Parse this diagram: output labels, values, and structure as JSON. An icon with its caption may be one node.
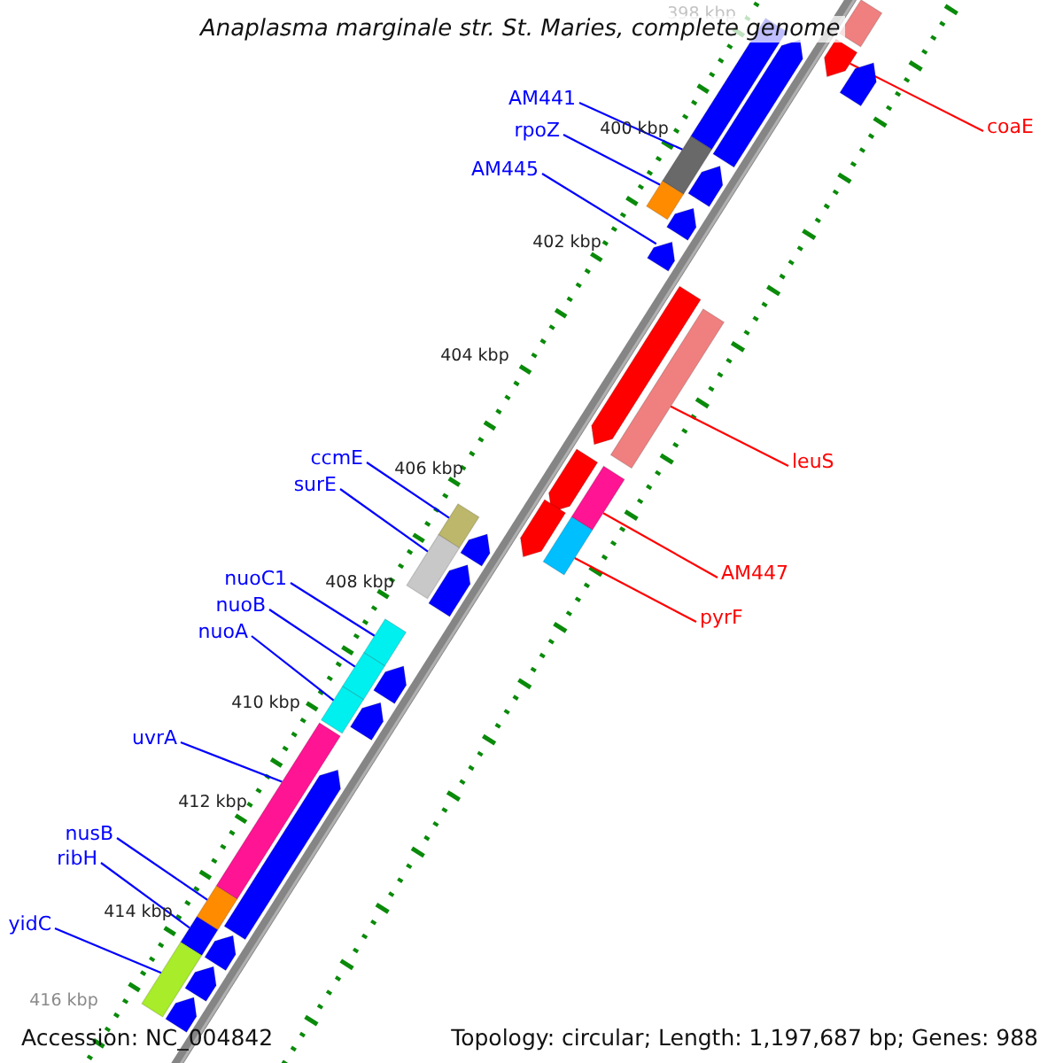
{
  "diagram": {
    "title": "Anaplasma marginale str. St. Maries, complete genome",
    "nodes": [
      {
        "text": [
          "AM441"
        ]
      },
      {
        "text": [],
        "shape": "bar"
      },
      {
        "text": [
          "rpoZ"
        ]
      },
      {
        "text": [],
        "shape": "bar"
      },
      {
        "text": [
          "AM445"
        ]
      },
      {
        "text": [],
        "shape": "bar"
      },
      {
        "text": [
          "coaE"
        ]
      },
      {
        "text": [],
        "shape": "bar"
      },
      {
        "text": [
          "leuS"
        ]
      },
      {
        "text": [],
        "shape": "bar"
      },
      {
        "text": [
          "ccmE"
        ]
      },
      {
        "text": [],
        "shape": "bar"
      },
      {
        "text": [
          "surE"
        ]
      },
      {
        "text": [],
        "shape": "bar"
      },
      {
        "text": [
          "AM447"
        ]
      },
      {
        "text": [],
        "shape": "bar"
      },
      {
        "text": [
          "pyrF"
        ]
      },
      {
        "text": [],
        "shape": "bar"
      },
      {
        "text": [
          "nuoC1"
        ]
      },
      {
        "text": [],
        "shape": "bar"
      },
      {
        "text": [
          "nuoB"
        ]
      },
      {
        "text": [],
        "shape": "bar"
      },
      {
        "text": [
          "nuoA"
        ]
      },
      {
        "text": [],
        "shape": "bar"
      },
      {
        "text": [
          "uvrA"
        ]
      },
      {
        "text": [],
        "shape": "bar"
      },
      {
        "text": [
          "nusB"
        ]
      },
      {
        "text": [],
        "shape": "bar"
      },
      {
        "text": [
          "ribH"
        ]
      },
      {
        "text": [],
        "shape": "bar"
      },
      {
        "text": [
          "yidC"
        ]
      },
      {
        "text": [],
        "shape": "bar"
      },
      {
        "text": [],
        "shape": "bar"
      },
      {
        "text": [],
        "shape": "bar"
      },
      {
        "text": [],
        "shape": "bar"
      },
      {
        "text": [],
        "shape": "bar"
      },
      {
        "text": [],
        "shape": "bar"
      },
      {
        "text": [],
        "shape": "bar"
      },
      {
        "text": [],
        "shape": "bar"
      },
      {
        "text": [],
        "shape": "bar"
      },
      {
        "text": [],
        "shape": "bar"
      },
      {
        "text": [],
        "shape": "bar"
      },
      {
        "text": [],
        "shape": "bar"
      },
      {
        "text": [],
        "shape": "bar"
      },
      {
        "text": [],
        "shape": "bar"
      },
      {
        "text": [],
        "shape": "bar"
      },
      {
        "text": [],
        "shape": "bar"
      },
      {
        "text": [],
        "shape": "bar"
      },
      {
        "text": [],
        "shape": "bar"
      }
    ],
    "edges": [
      {
        "from": 0,
        "to": 1,
        "arrow": "none"
      },
      {
        "from": 2,
        "to": 3,
        "arrow": "none"
      },
      {
        "from": 4,
        "to": 5,
        "arrow": "none"
      },
      {
        "from": 6,
        "to": 7,
        "arrow": "none",
        "color": "#ff0000"
      },
      {
        "from": 8,
        "to": 9,
        "arrow": "none",
        "color": "#ff0000"
      },
      {
        "from": 10,
        "to": 11,
        "arrow": "none"
      },
      {
        "from": 12,
        "to": 13,
        "arrow": "none"
      },
      {
        "from": 14,
        "to": 15,
        "arrow": "none",
        "color": "#ff0000"
      },
      {
        "from": 16,
        "to": 17,
        "arrow": "none",
        "color": "#ff0000"
      },
      {
        "from": 18,
        "to": 19,
        "arrow": "none"
      },
      {
        "from": 20,
        "to": 21,
        "arrow": "none"
      },
      {
        "from": 22,
        "to": 23,
        "arrow": "none"
      },
      {
        "from": 24,
        "to": 25,
        "arrow": "none"
      },
      {
        "from": 26,
        "to": 27,
        "arrow": "none"
      },
      {
        "from": 28,
        "to": 29,
        "arrow": "none"
      },
      {
        "from": 30,
        "to": 31,
        "arrow": "none"
      }
    ],
    "labels": [
      "398 kbp",
      "400 kbp",
      "402 kbp",
      "404 kbp",
      "406 kbp",
      "408 kbp",
      "410 kbp",
      "412 kbp",
      "414 kbp",
      "416 kbp",
      "Accession: NC_004842",
      "Topology: circular; Length: 1,197,687 bp; Genes: 988"
    ]
  }
}
